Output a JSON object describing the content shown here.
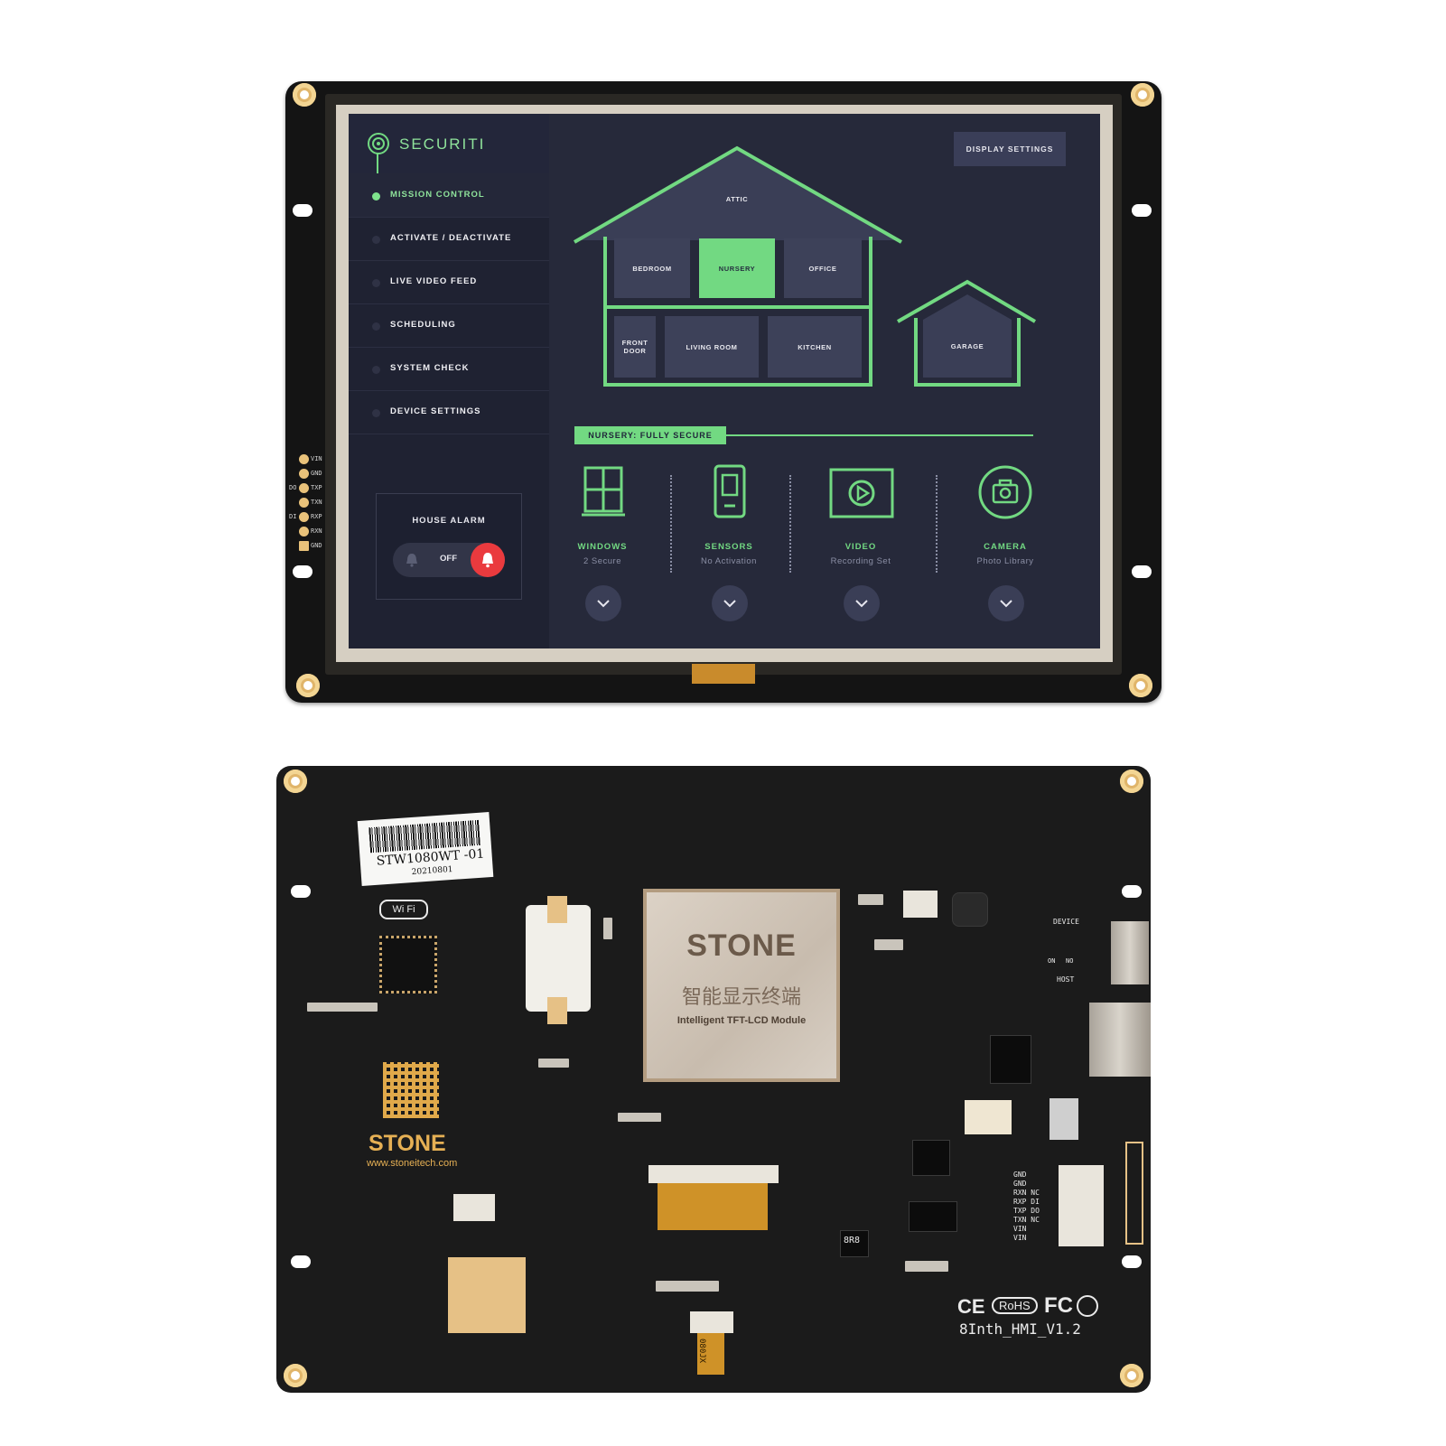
{
  "front": {
    "app": {
      "brand": "SECURITI",
      "display_settings": "DISPLAY SETTINGS",
      "nav": [
        {
          "label": "MISSION CONTROL",
          "active": true
        },
        {
          "label": "ACTIVATE / DEACTIVATE",
          "active": false
        },
        {
          "label": "LIVE VIDEO FEED",
          "active": false
        },
        {
          "label": "SCHEDULING",
          "active": false
        },
        {
          "label": "SYSTEM CHECK",
          "active": false
        },
        {
          "label": "DEVICE SETTINGS",
          "active": false
        }
      ],
      "alarm": {
        "title": "HOUSE ALARM",
        "state": "OFF"
      },
      "rooms": {
        "attic": "ATTIC",
        "bedroom": "BEDROOM",
        "nursery": "NURSERY",
        "office": "OFFICE",
        "front_door_1": "FRONT",
        "front_door_2": "DOOR",
        "living_room": "LIVING ROOM",
        "kitchen": "KITCHEN",
        "garage": "GARAGE"
      },
      "status": "NURSERY: FULLY SECURE",
      "features": [
        {
          "title": "WINDOWS",
          "sub": "2 Secure",
          "icon": "window-icon"
        },
        {
          "title": "SENSORS",
          "sub": "No Activation",
          "icon": "phone-sensor-icon"
        },
        {
          "title": "VIDEO",
          "sub": "Recording Set",
          "icon": "video-play-icon"
        },
        {
          "title": "CAMERA",
          "sub": "Photo Library",
          "icon": "camera-icon"
        }
      ],
      "colors": {
        "accent": "#72d982",
        "background": "#26293a",
        "alarm": "#ea3a3e"
      }
    },
    "pins": [
      {
        "label": "VIN",
        "left": ""
      },
      {
        "label": "GND",
        "left": ""
      },
      {
        "label": "TXP",
        "left": "DO"
      },
      {
        "label": "TXN",
        "left": ""
      },
      {
        "label": "RXP",
        "left": "DI"
      },
      {
        "label": "RXN",
        "left": ""
      },
      {
        "label": "GND",
        "left": ""
      }
    ]
  },
  "back": {
    "sticker_model": "STW1080WT -01",
    "sticker_date": "20210801",
    "wifi": "Wi Fi",
    "chip_name": "STONE",
    "chip_cn": "智能显示终端",
    "chip_sub": "Intelligent TFT-LCD Module",
    "brand": "STONE",
    "url": "www.stoneitech.com",
    "board_version": "8Inth_HMI_V1.2",
    "cert_rohs": "RoHS",
    "cert_ce": "CE",
    "cert_fc": "FC",
    "device_lbl": "DEVICE",
    "host_lbl": "HOST",
    "on_lbl": "ON",
    "no_lbl": "NO",
    "rs_pins": [
      "GND",
      "GND",
      "RXN NC",
      "RXP DI",
      "TXP DO",
      "TXN NC",
      "VIN",
      "VIN"
    ],
    "flex_lbl": "080JX",
    "part_lbl": "8R8"
  }
}
